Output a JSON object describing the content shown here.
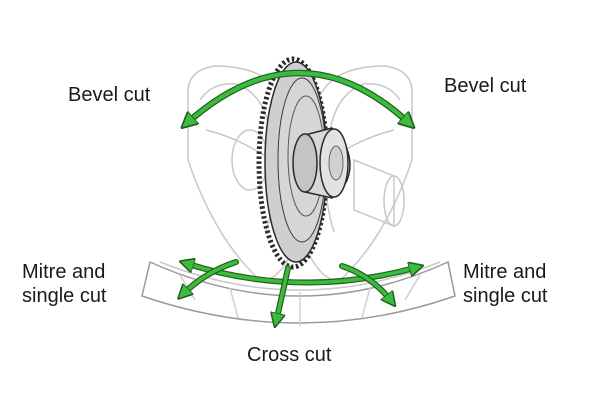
{
  "labels": {
    "bevel_left": "Bevel cut",
    "bevel_right": "Bevel cut",
    "mitre_left_line1": "Mitre and",
    "mitre_left_line2": "single cut",
    "mitre_right_line1": "Mitre and",
    "mitre_right_line2": "single cut",
    "cross": "Cross cut"
  },
  "colors": {
    "arrow": "#3dbb3d",
    "arrow_outline": "#1f5f1f",
    "blade": "#cccccc",
    "outline": "#2a2a2a",
    "ghost": "#c8c8c8"
  }
}
